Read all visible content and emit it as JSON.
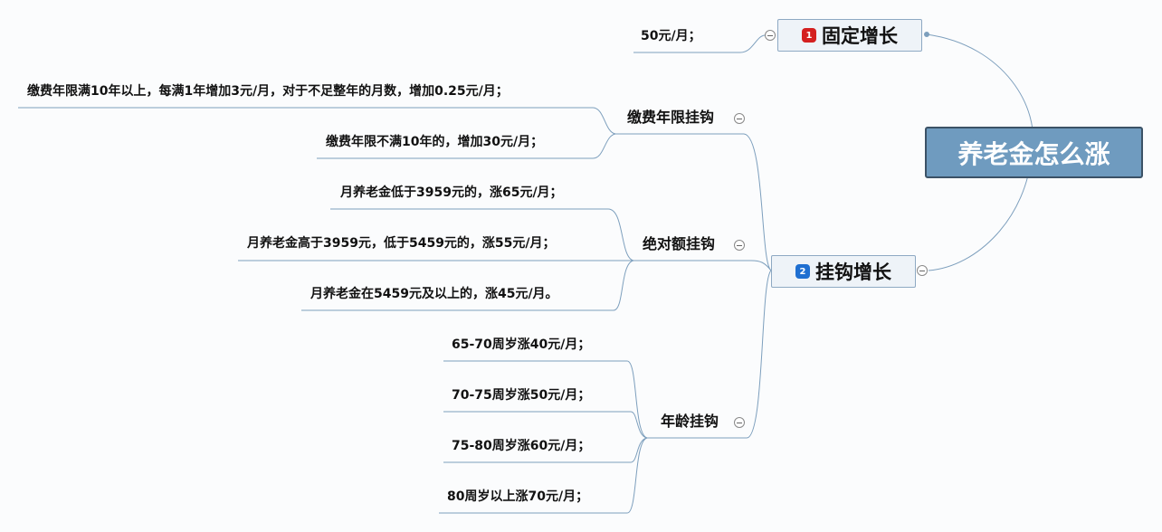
{
  "root": {
    "label": "养老金怎么涨"
  },
  "branches": [
    {
      "badge": "1",
      "badge_color": "#d42020",
      "label": "固定增长",
      "children": [
        {
          "label": "50元/月；"
        }
      ]
    },
    {
      "badge": "2",
      "badge_color": "#1f6fd1",
      "label": "挂钩增长",
      "groups": [
        {
          "label": "缴费年限挂钩",
          "children": [
            {
              "label": "缴费年限满10年以上，每满1年增加3元/月，对于不足整年的月数，增加0.25元/月；"
            },
            {
              "label": "缴费年限不满10年的，增加30元/月；"
            }
          ]
        },
        {
          "label": "绝对额挂钩",
          "children": [
            {
              "label": "月养老金低于3959元的，涨65元/月；"
            },
            {
              "label": "月养老金高于3959元，低于5459元的，涨55元/月；"
            },
            {
              "label": "月养老金在5459元及以上的，涨45元/月。"
            }
          ]
        },
        {
          "label": "年龄挂钩",
          "children": [
            {
              "label": "65-70周岁涨40元/月；"
            },
            {
              "label": "70-75周岁涨50元/月；"
            },
            {
              "label": "75-80周岁涨60元/月；"
            },
            {
              "label": "80周岁以上涨70元/月；"
            }
          ]
        }
      ]
    }
  ]
}
